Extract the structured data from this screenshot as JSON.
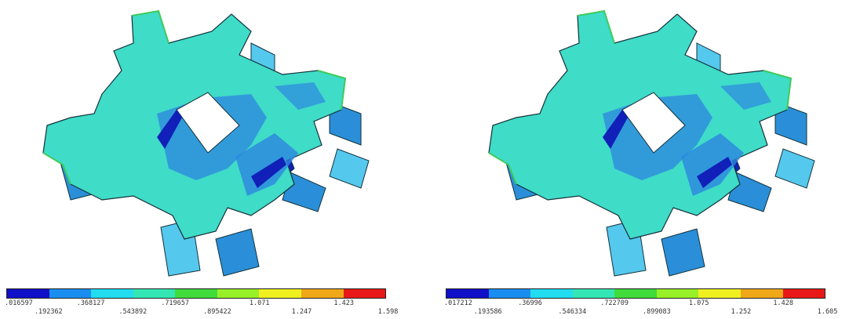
{
  "panels": [
    {
      "id": "left",
      "legend": {
        "ticks": [
          ".016597",
          ".192362",
          ".368127",
          ".543892",
          ".719657",
          ".895422",
          "1.071",
          "1.247",
          "1.423",
          "1.598"
        ]
      }
    },
    {
      "id": "right",
      "legend": {
        "ticks": [
          ".017212",
          ".193586",
          ".36996",
          ".546334",
          ".722709",
          ".899083",
          "1.075",
          "1.252",
          "1.428",
          "1.605"
        ]
      }
    }
  ],
  "colormap": [
    "#1010c8",
    "#1a8ef0",
    "#22dcf0",
    "#33e6b4",
    "#3fdc3c",
    "#98f028",
    "#f0f020",
    "#f0a818",
    "#e81818"
  ],
  "contour_colors": {
    "face_top": "#3fdcc8",
    "face_top_dark": "#2ac4b8",
    "blue_zone": "#2d86e0",
    "deep_blue": "#1020b8",
    "side_light": "#55c8ee",
    "side_dark": "#2a8fd8",
    "edge": "#14323a",
    "green_rim": "#3ecb5a"
  }
}
